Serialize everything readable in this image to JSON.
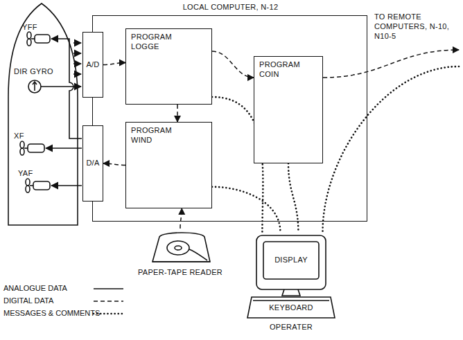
{
  "diagram": {
    "nodes": [
      {
        "text": [
          "LOCAL COMPUTER, N-12"
        ]
      },
      {
        "text": [
          "A/D"
        ],
        "in": 0
      },
      {
        "text": [
          "D/A"
        ],
        "in": 0
      },
      {
        "text": [
          "PROGRAM LOGGE"
        ],
        "in": 0
      },
      {
        "text": [
          "PROGRAM WIND"
        ],
        "in": 0
      },
      {
        "text": [
          "PROGRAM COIN"
        ],
        "in": 0
      },
      {
        "text": [
          "PAPER-TAPE READER"
        ]
      },
      {
        "text": [
          "DISPLAY",
          "KEYBOARD",
          "OPERATER"
        ]
      }
    ],
    "edges": [
      {
        "from": 1,
        "to": 3,
        "arrow": "to"
      },
      {
        "from": 3,
        "to": 4,
        "arrow": "to"
      },
      {
        "from": 4,
        "to": 2,
        "arrow": "to"
      },
      {
        "from": 3,
        "to": 5,
        "arrow": "to"
      },
      {
        "from": 6,
        "to": 4,
        "arrow": "to"
      },
      {
        "from": 3,
        "to": 7,
        "arrow": "none"
      },
      {
        "from": 4,
        "to": 7,
        "arrow": "none"
      },
      {
        "from": 5,
        "to": 7,
        "arrow": "none"
      }
    ],
    "labels": [
      "YFF",
      "DIR GYRO",
      "XF",
      "YAF",
      "TO REMOTE COMPUTERS, N-10, N10-5"
    ],
    "legend": [
      {
        "text": "ANALOGUE DATA"
      },
      {
        "text": "DIGITAL DATA"
      },
      {
        "text": "MESSAGES & COMMENTS"
      }
    ]
  }
}
